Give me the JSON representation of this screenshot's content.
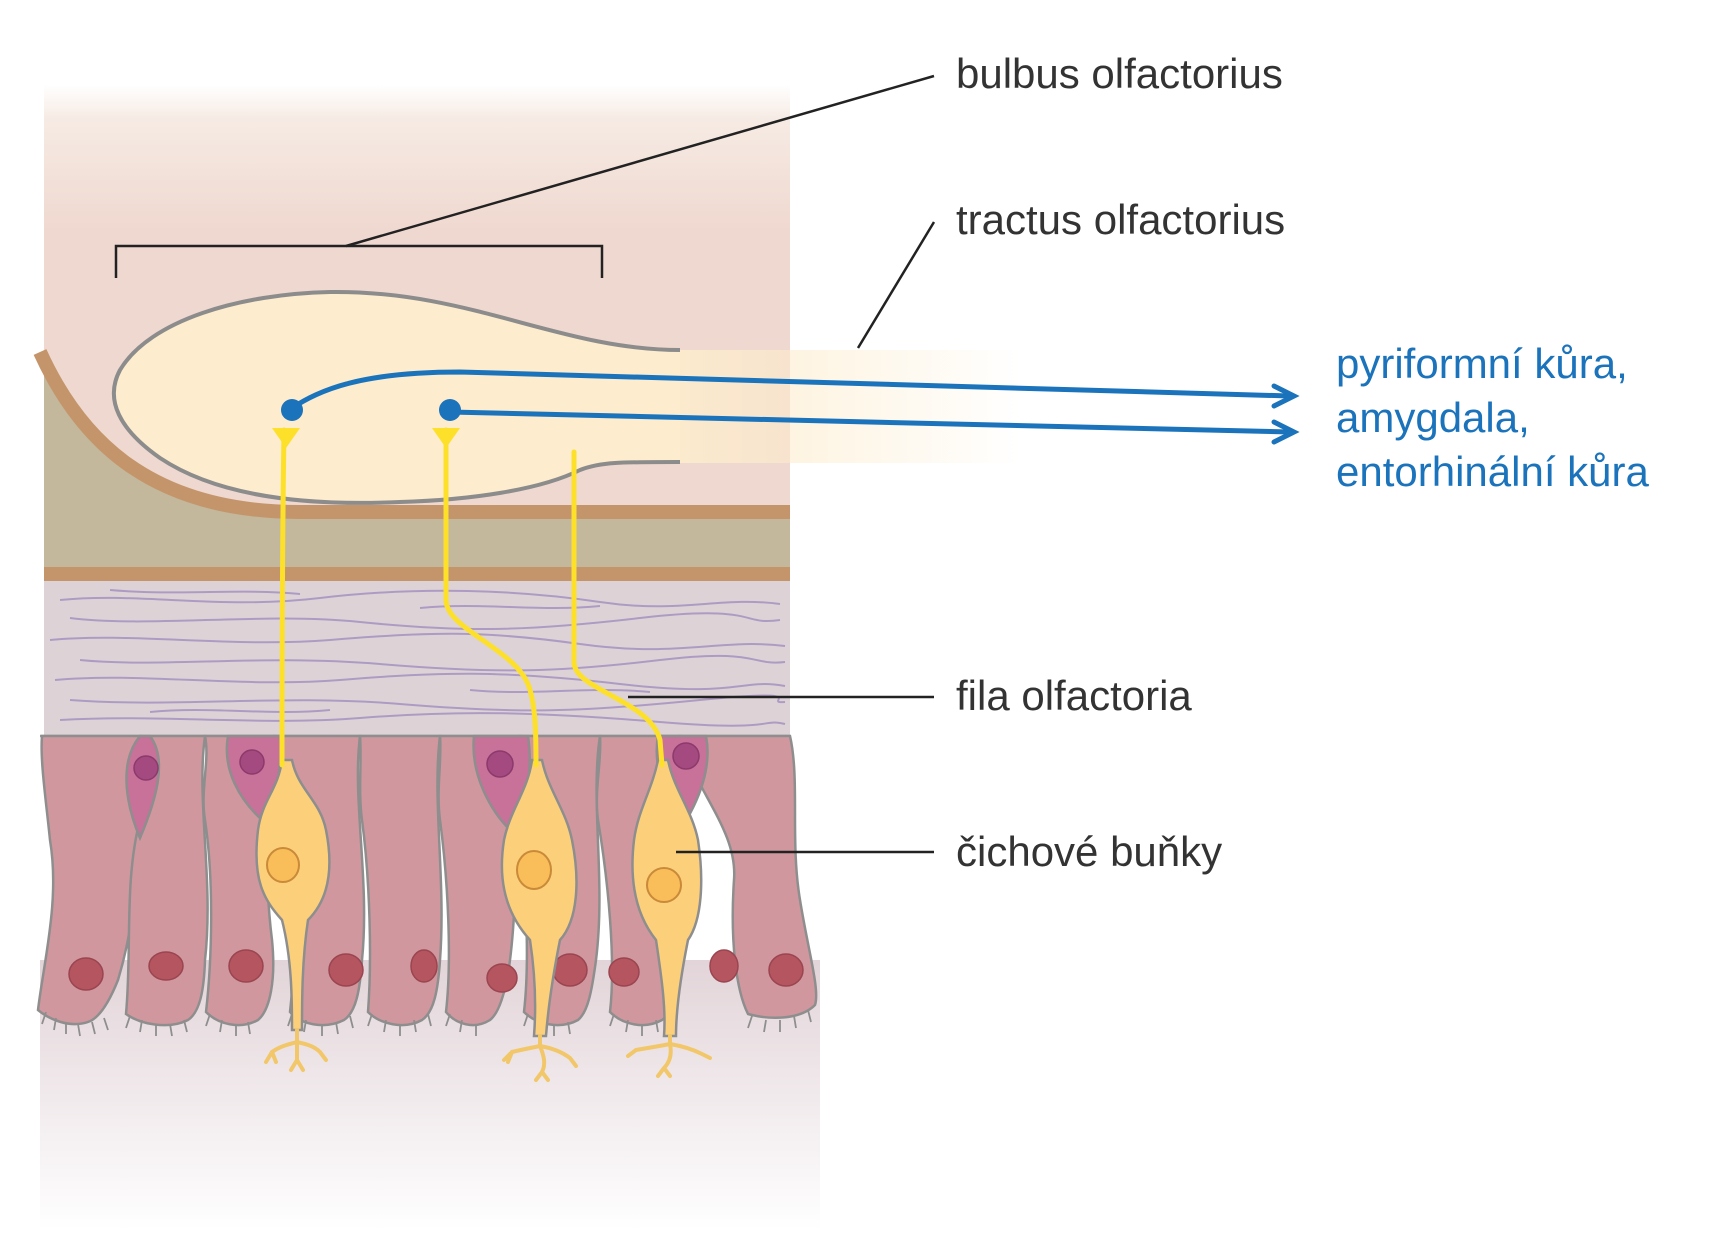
{
  "labels": {
    "bulbus": "bulbus olfactorius",
    "tractus": "tractus olfactorius",
    "fila": "fila olfactoria",
    "cells": "čichové buňky",
    "target_line1": "pyriformní kůra,",
    "target_line2": "amygdala,",
    "target_line3": "entorhinální kůra"
  },
  "colors": {
    "text": "#333333",
    "projection": "#1a73bb",
    "axon": "#fde02a",
    "bulb_fill": "#fdeccd",
    "bone": "#c3b79c",
    "bone_edge": "#c4956a",
    "lamina": "#ddd3d6",
    "epithelium": "#d0989e",
    "supporting_nucleus": "#b5555f",
    "basal_cell": "#c87199",
    "receptor_cell": "#fcd07a"
  }
}
